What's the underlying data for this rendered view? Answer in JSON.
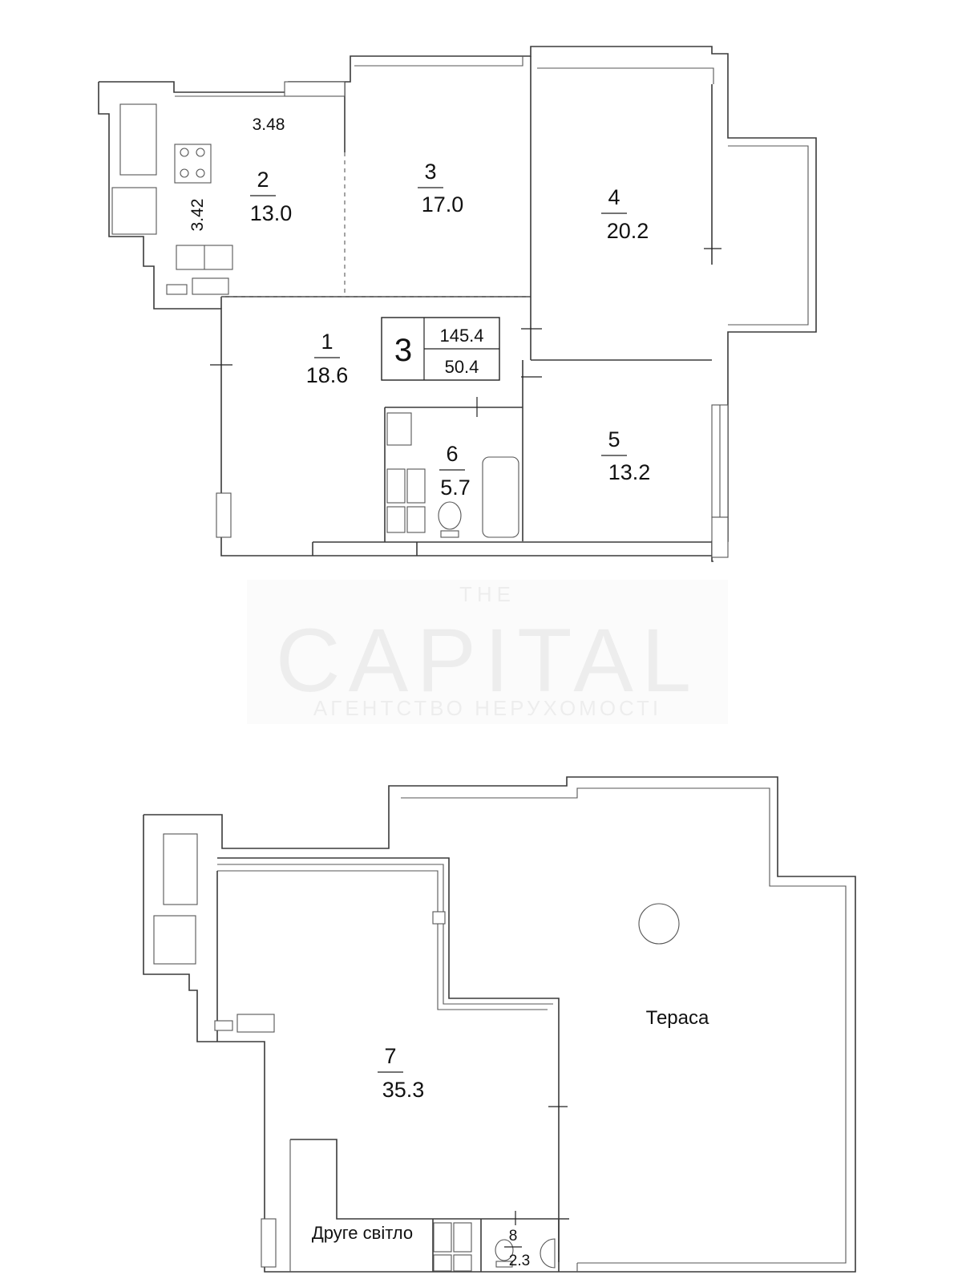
{
  "watermark": {
    "top": "THE",
    "brand": "CAPITAL",
    "tagline": "АГЕНТСТВО НЕРУХОМОСТІ"
  },
  "summary": {
    "rooms": "3",
    "total_area": "145.4",
    "living_area": "50.4"
  },
  "dimensions": {
    "kitchen_width": "3.48",
    "kitchen_depth": "3.42"
  },
  "rooms": [
    {
      "number": "1",
      "area": "18.6"
    },
    {
      "number": "2",
      "area": "13.0"
    },
    {
      "number": "3",
      "area": "17.0"
    },
    {
      "number": "4",
      "area": "20.2"
    },
    {
      "number": "5",
      "area": "13.2"
    },
    {
      "number": "6",
      "area": "5.7"
    },
    {
      "number": "7",
      "area": "35.3"
    },
    {
      "number": "8",
      "area": "2.3"
    }
  ],
  "labels": {
    "terrace": "Тераса",
    "second_light": "Друге світло"
  }
}
